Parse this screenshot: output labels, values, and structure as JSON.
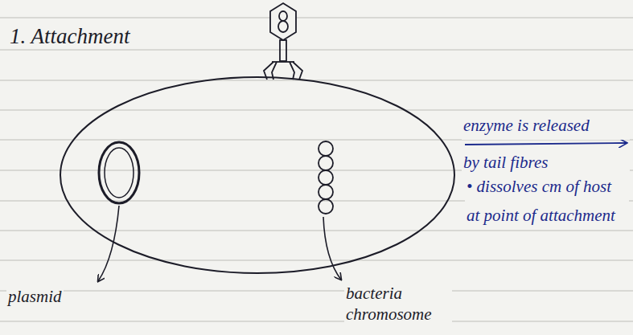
{
  "diagram": {
    "title": "1. Attachment",
    "labels": [
      "enzyme is released",
      "by tail fibres",
      "• dissolves cm of host at point of attachment",
      "plasmid",
      "bacteria chromosome"
    ]
  }
}
